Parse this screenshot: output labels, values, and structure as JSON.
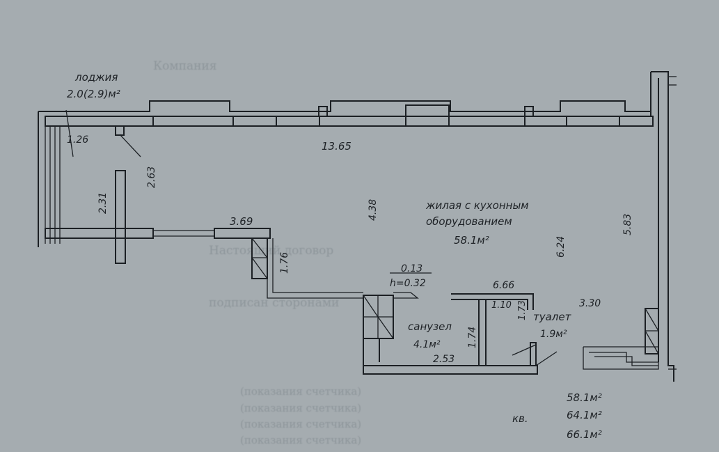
{
  "plan": {
    "rooms": {
      "loggia": {
        "name": "лоджия",
        "area": "2.0(2.9)м²"
      },
      "living": {
        "name_line1": "жилая с кухонным",
        "name_line2": "оборудованием",
        "area": "58.1м²"
      },
      "bathroom": {
        "name": "санузел",
        "area": "4.1м²"
      },
      "toilet": {
        "name": "туалет",
        "area": "1.9м²"
      }
    },
    "dimensions": {
      "loggia_width": "1.26",
      "loggia_depth": "2.63",
      "top_wall": "13.65",
      "left_lower": "2.31",
      "mid_vertical": "4.38",
      "living_left": "3.69",
      "passage_height": "1.76",
      "living_depth": "6.24",
      "right_wall": "5.83",
      "step_width": "0.13",
      "step_height": "h=0.32",
      "bath_top": "6.66",
      "bath_inner": "1.10",
      "bath_height": "1.74",
      "bath_width": "2.53",
      "toilet_height": "1.73",
      "toilet_width": "3.30"
    },
    "totals": {
      "label": "кв.",
      "values": [
        "58.1м²",
        "64.1м²",
        "66.1м²"
      ]
    }
  },
  "background_text": [
    "Компания",
    "Настоящий договор",
    "подписан сторонами",
    "(показания счетчика)",
    "(показания счетчика)",
    "(показания счетчика)",
    "(показания счетчика)"
  ]
}
